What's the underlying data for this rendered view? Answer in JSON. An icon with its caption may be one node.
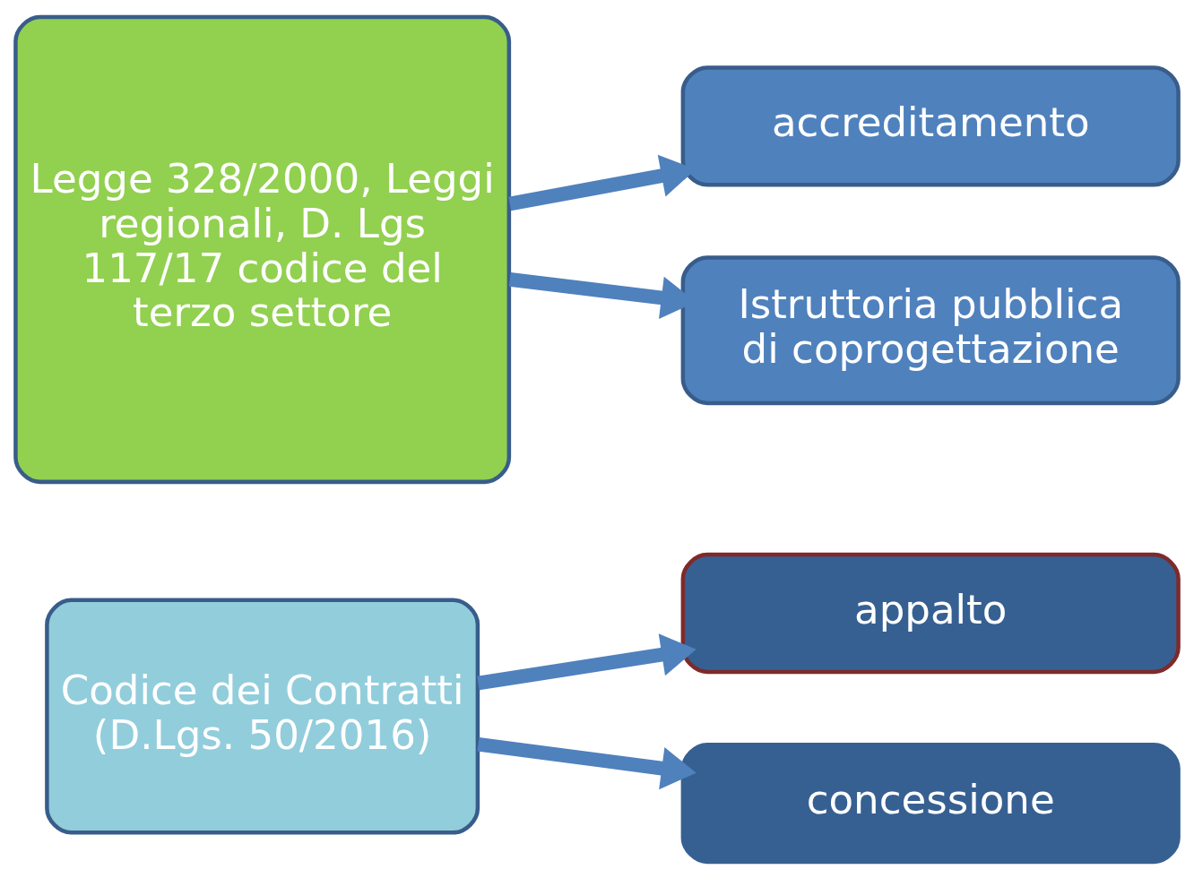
{
  "diagram": {
    "nodes": [
      {
        "text": [
          "Codice dei Contratti (D.Lgs. 50/2016)"
        ]
      },
      {
        "text": [
          "appalto"
        ]
      },
      {
        "text": [
          "concessione"
        ]
      },
      {
        "text": [
          "Legge 328/2000, Leggi regionali, D. Lgs 117/17 codice del terzo settore"
        ]
      },
      {
        "text": [
          "accreditamento"
        ]
      },
      {
        "text": [
          "Istruttoria pubblica di coprogettazione"
        ]
      }
    ],
    "edges": [
      {
        "from": 0,
        "to": 1,
        "arrow": "to"
      },
      {
        "from": 0,
        "to": 2,
        "arrow": "to"
      },
      {
        "from": 3,
        "to": 4,
        "arrow": "to"
      },
      {
        "from": 3,
        "to": 5,
        "arrow": "to"
      }
    ]
  }
}
